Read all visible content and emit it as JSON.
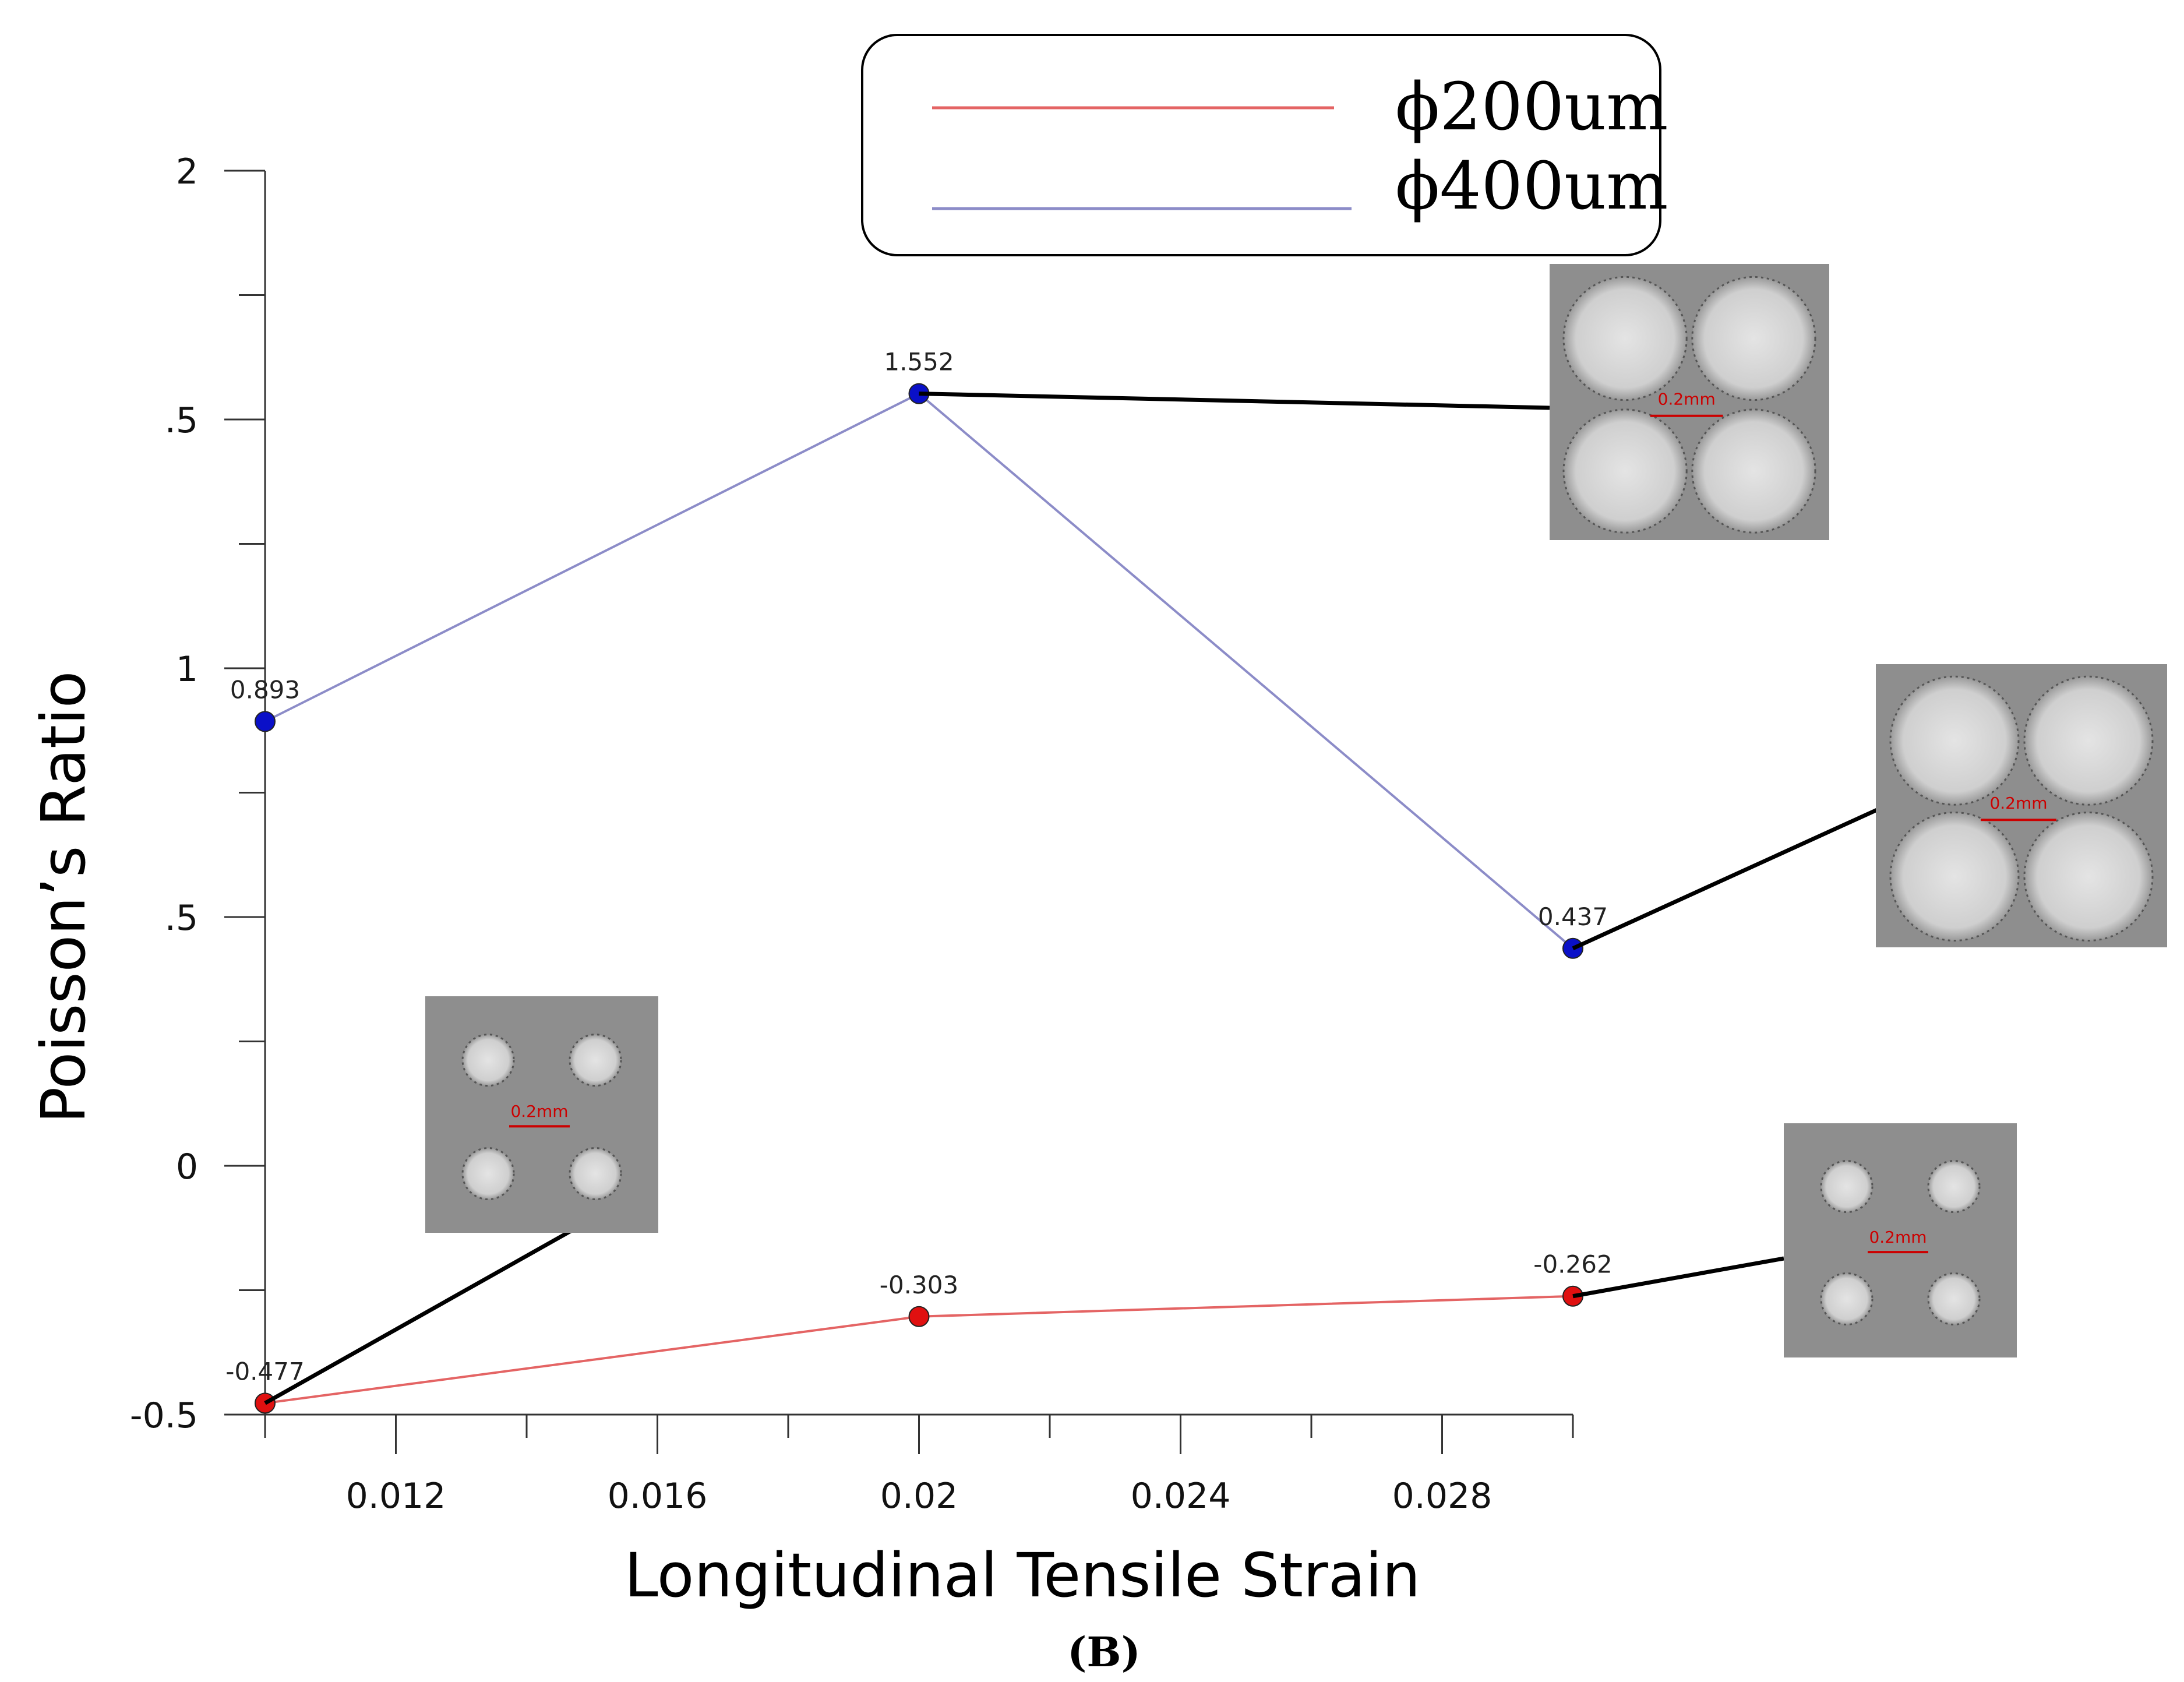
{
  "chart_data": {
    "type": "line",
    "x": [
      0.01,
      0.02,
      0.03
    ],
    "series": [
      {
        "name": "ϕ200um",
        "values": [
          -0.477,
          -0.303,
          -0.262
        ],
        "labels": [
          "-0.477",
          "-0.303",
          "-0.262"
        ],
        "line_color": "#e46464",
        "marker_color": "#e01010"
      },
      {
        "name": "ϕ400um",
        "values": [
          0.893,
          1.552,
          0.437
        ],
        "labels": [
          "0.893",
          "1.552",
          "0.437"
        ],
        "line_color": "#8c8cc8",
        "marker_color": "#0a10c8"
      }
    ],
    "xlabel": "Longitudinal Tensile Strain",
    "ylabel": "Poisson’s Ratio",
    "xlim": [
      0.01,
      0.03
    ],
    "ylim": [
      -0.5,
      2
    ],
    "x_ticks": [
      0.012,
      0.016,
      0.02,
      0.024,
      0.028
    ],
    "x_tick_labels": [
      "0.012",
      "0.016",
      "0.02",
      "0.024",
      "0.028"
    ],
    "y_ticks": [
      -0.5,
      0,
      0.5,
      1,
      1.5,
      2
    ],
    "y_tick_labels": [
      "-0.5",
      "0",
      ".5",
      "1",
      ".5",
      "2"
    ],
    "legend": "top-center",
    "grid": false,
    "caption": "(B)"
  },
  "insets": [
    {
      "series": 1,
      "point": 1,
      "scale_label": "0.2mm"
    },
    {
      "series": 1,
      "point": 2,
      "scale_label": "0.2mm"
    },
    {
      "series": 0,
      "point": 0,
      "scale_label": "0.2mm"
    },
    {
      "series": 0,
      "point": 2,
      "scale_label": "0.2mm"
    }
  ]
}
